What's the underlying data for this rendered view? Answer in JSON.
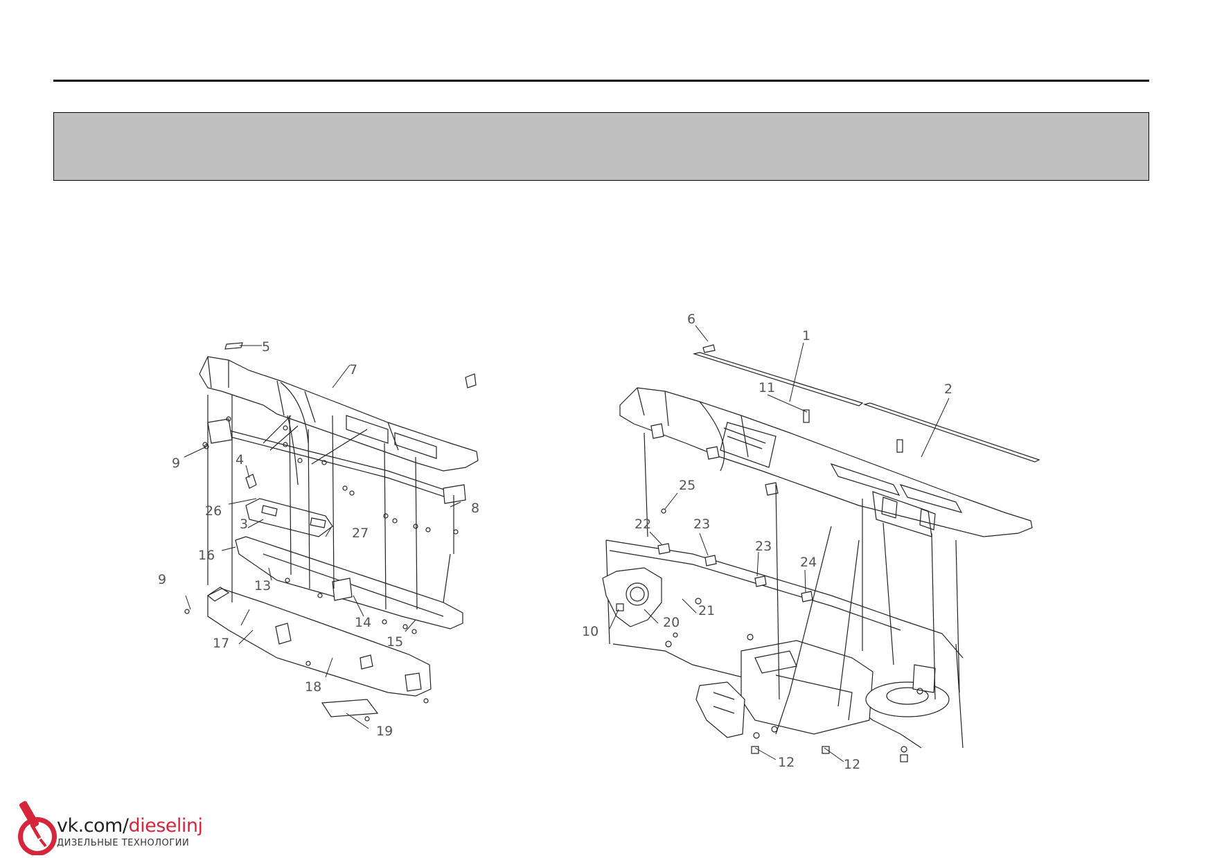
{
  "left_callouts": [
    "5",
    "7",
    "9",
    "4",
    "26",
    "3",
    "27",
    "8",
    "16",
    "13",
    "9",
    "14",
    "15",
    "17",
    "18",
    "19"
  ],
  "right_callouts": [
    "6",
    "1",
    "11",
    "2",
    "25",
    "22",
    "23",
    "23",
    "24",
    "10",
    "20",
    "21",
    "12",
    "12"
  ],
  "logo": {
    "prefix": "vk.com/",
    "accent": "dieselinj",
    "subtitle": "ДИЗЕЛЬНЫЕ ТЕХНОЛОГИИ",
    "accent_color": "#d6263b"
  }
}
